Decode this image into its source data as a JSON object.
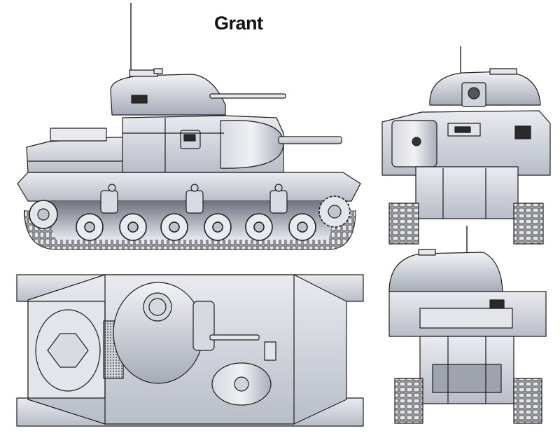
{
  "title": "Grant",
  "colors": {
    "line": "#1e1e1e",
    "hull_light": "#dcdfe6",
    "hull_mid": "#c3c7d0",
    "hull_shadow": "#9ca1ad",
    "track": "#b4b8c2",
    "background": "#ffffff"
  },
  "views": [
    "side-view",
    "front-view",
    "top-view",
    "rear-view"
  ]
}
